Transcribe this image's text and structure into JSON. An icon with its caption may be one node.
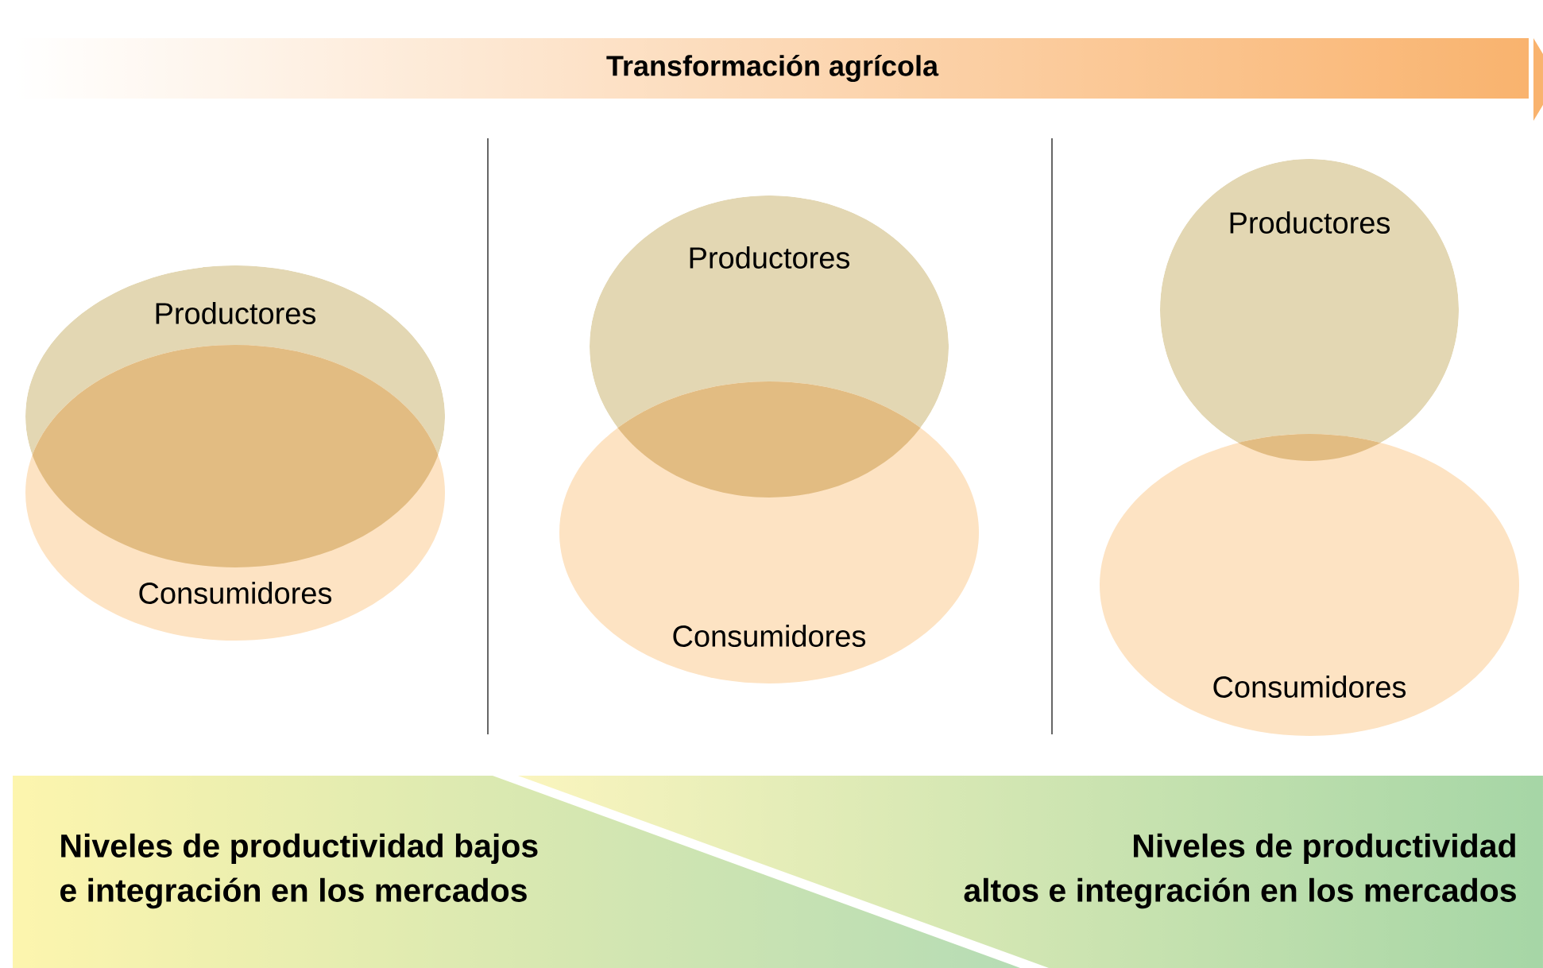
{
  "diagram": {
    "title": "Transformación agrícola",
    "nodes": [
      {
        "text": [
          "Productores"
        ]
      },
      {
        "text": [
          "Consumidores"
        ]
      },
      {
        "text": [
          "Productores"
        ]
      },
      {
        "text": [
          "Consumidores"
        ]
      },
      {
        "text": [
          "Productores"
        ]
      },
      {
        "text": [
          "Consumidores"
        ]
      },
      {
        "text": [
          "Niveles de productividad bajos e integración en los mercados"
        ]
      },
      {
        "text": [
          "Niveles de productividad altos e integración en los mercados"
        ]
      }
    ]
  }
}
